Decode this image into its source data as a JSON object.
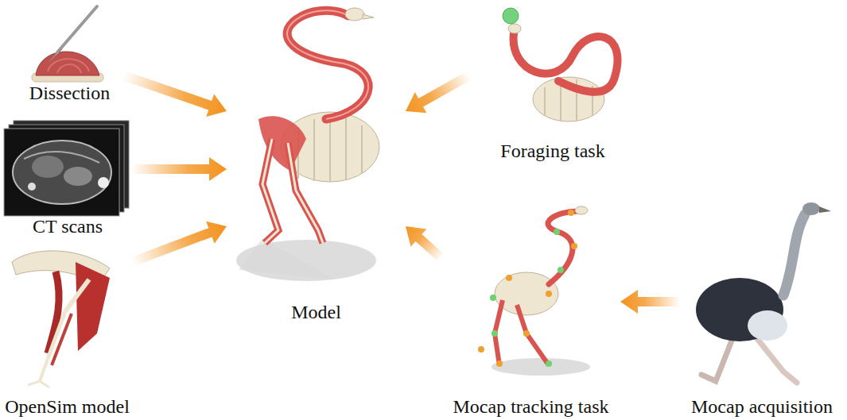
{
  "diagram": {
    "nodes": [
      {
        "text": [
          "Dissection"
        ]
      },
      {
        "text": [
          "CT scans"
        ]
      },
      {
        "text": [
          "OpenSim model"
        ]
      },
      {
        "text": [
          "Model"
        ]
      },
      {
        "text": [
          "Foraging task"
        ]
      },
      {
        "text": [
          "Mocap tracking task"
        ]
      },
      {
        "text": [
          "Mocap acquisition"
        ]
      }
    ],
    "edges": [
      {
        "from": 0,
        "to": 3,
        "arrow": "to"
      },
      {
        "from": 1,
        "to": 3,
        "arrow": "to"
      },
      {
        "from": 2,
        "to": 3,
        "arrow": "to"
      },
      {
        "from": 4,
        "to": 3,
        "arrow": "to"
      },
      {
        "from": 5,
        "to": 3,
        "arrow": "to"
      },
      {
        "from": 6,
        "to": 5,
        "arrow": "to"
      }
    ]
  }
}
